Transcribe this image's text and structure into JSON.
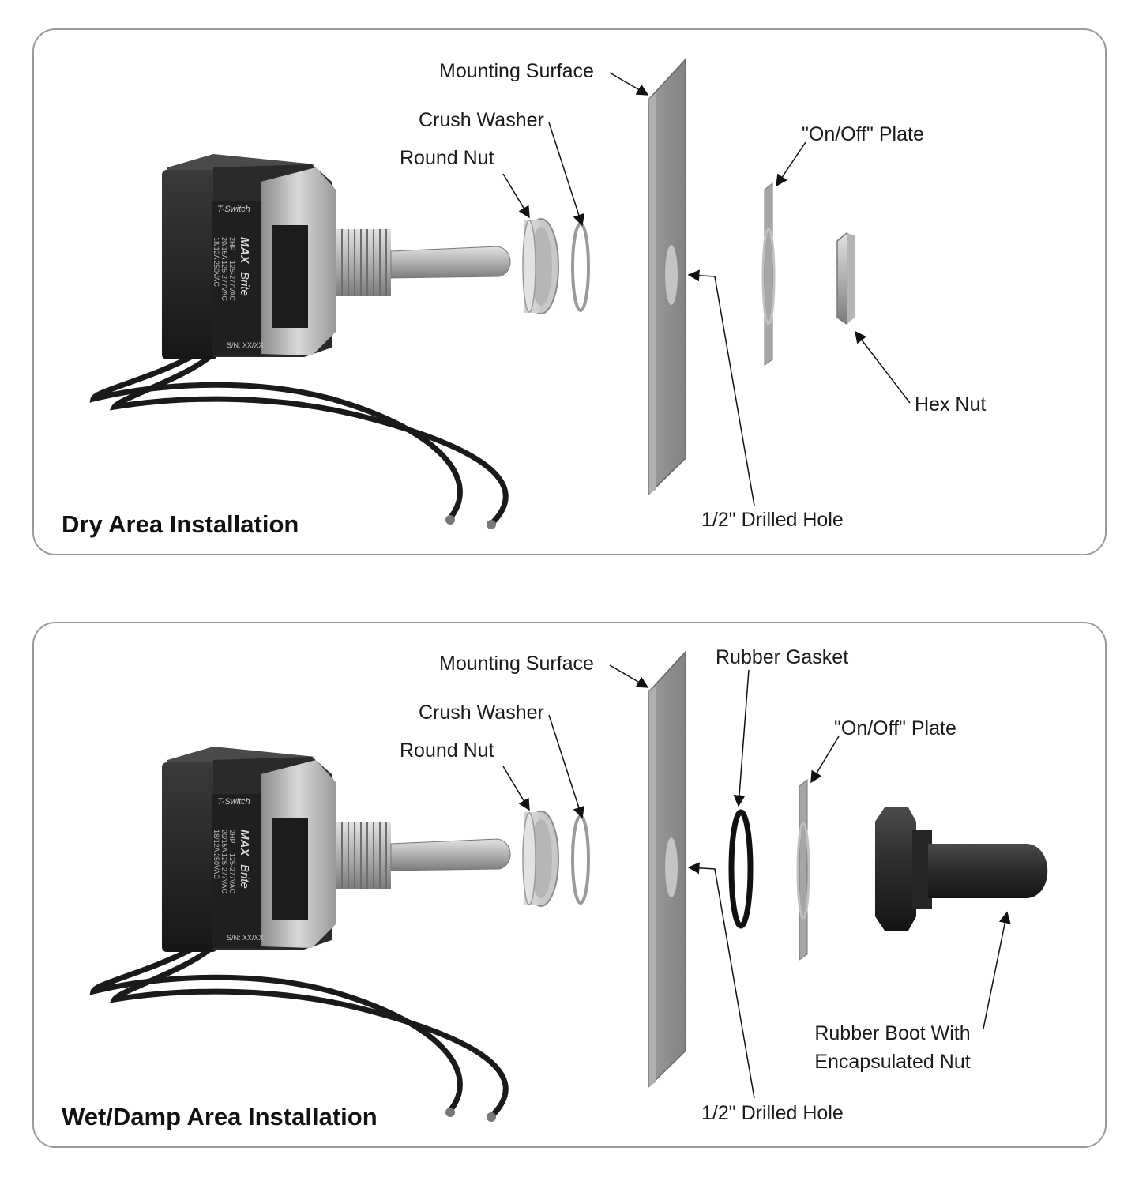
{
  "dry": {
    "title": "Dry Area Installation",
    "labels": {
      "mounting_surface": "Mounting Surface",
      "crush_washer": "Crush Washer",
      "round_nut": "Round Nut",
      "on_off_plate": "\"On/Off\" Plate",
      "hex_nut": "Hex Nut",
      "drilled_hole": "1/2\" Drilled Hole"
    }
  },
  "wet": {
    "title": "Wet/Damp Area Installation",
    "labels": {
      "mounting_surface": "Mounting Surface",
      "crush_washer": "Crush Washer",
      "round_nut": "Round Nut",
      "rubber_gasket": "Rubber Gasket",
      "on_off_plate": "\"On/Off\" Plate",
      "rubber_boot_line1": "Rubber Boot With",
      "rubber_boot_line2": "Encapsulated Nut",
      "drilled_hole": "1/2\" Drilled Hole"
    }
  },
  "switch_print": {
    "model": "T-Switch",
    "brand_prefix": "MAX",
    "brand_suffix": "Brite",
    "spec1": "2HP",
    "spec2": "125-277VAC",
    "spec3": "20/15A",
    "spec4": "125-277VAC",
    "spec5": "18/12A",
    "spec6": "250VAC",
    "serial": "S/N: XX/XX"
  },
  "colors": {
    "panel_border": "#9a9a9a",
    "switch_body": "#2a2a2a",
    "metal": "#b9b9b9",
    "mounting_surface": "#8e8e8e"
  }
}
